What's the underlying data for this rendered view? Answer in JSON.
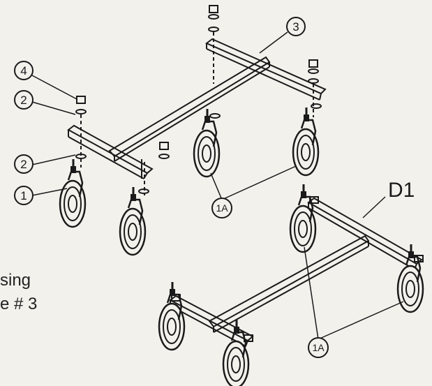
{
  "labels": {
    "callout_3": "3",
    "callout_4": "4",
    "callout_2a": "2",
    "callout_2b": "2",
    "callout_1": "1",
    "callout_1a_top": "1A",
    "callout_1a_bottom": "1A",
    "assembly_label": "D1"
  },
  "side_text": {
    "line1": "sing",
    "line2": "e # 3"
  },
  "colors": {
    "ink": "#1a1a1a",
    "paper": "#f2f1ec"
  }
}
